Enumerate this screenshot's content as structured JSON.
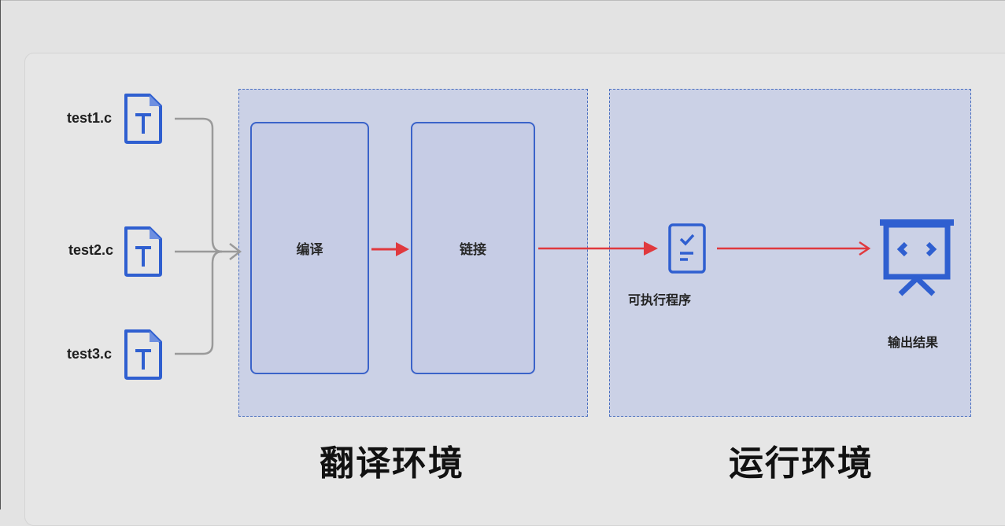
{
  "diagram": {
    "type": "compile-and-run flow",
    "source_files": [
      {
        "label": "test1.c",
        "icon": "text-file-icon"
      },
      {
        "label": "test2.c",
        "icon": "text-file-icon"
      },
      {
        "label": "test3.c",
        "icon": "text-file-icon"
      }
    ],
    "translation_environment": {
      "title": "翻译环境",
      "stages": [
        {
          "label": "编译"
        },
        {
          "label": "链接"
        }
      ]
    },
    "runtime_environment": {
      "title": "运行环境",
      "executable": {
        "label": "可执行程序",
        "icon": "checklist-document-icon"
      },
      "output": {
        "label": "输出结果",
        "icon": "presentation-screen-icon"
      }
    },
    "colors": {
      "accent_blue": "#3b63c9",
      "arrow_red": "#e0393e",
      "connector_gray": "#9a9a9a",
      "env_fill": "#c3cbe6",
      "dashed_border": "#4a6fc0"
    }
  }
}
